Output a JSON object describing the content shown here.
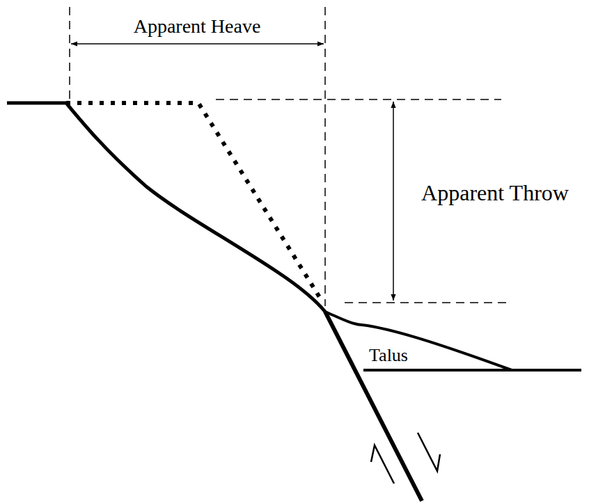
{
  "diagram": {
    "labels": [
      "Apparent Heave",
      "Apparent Throw",
      "Talus"
    ]
  }
}
